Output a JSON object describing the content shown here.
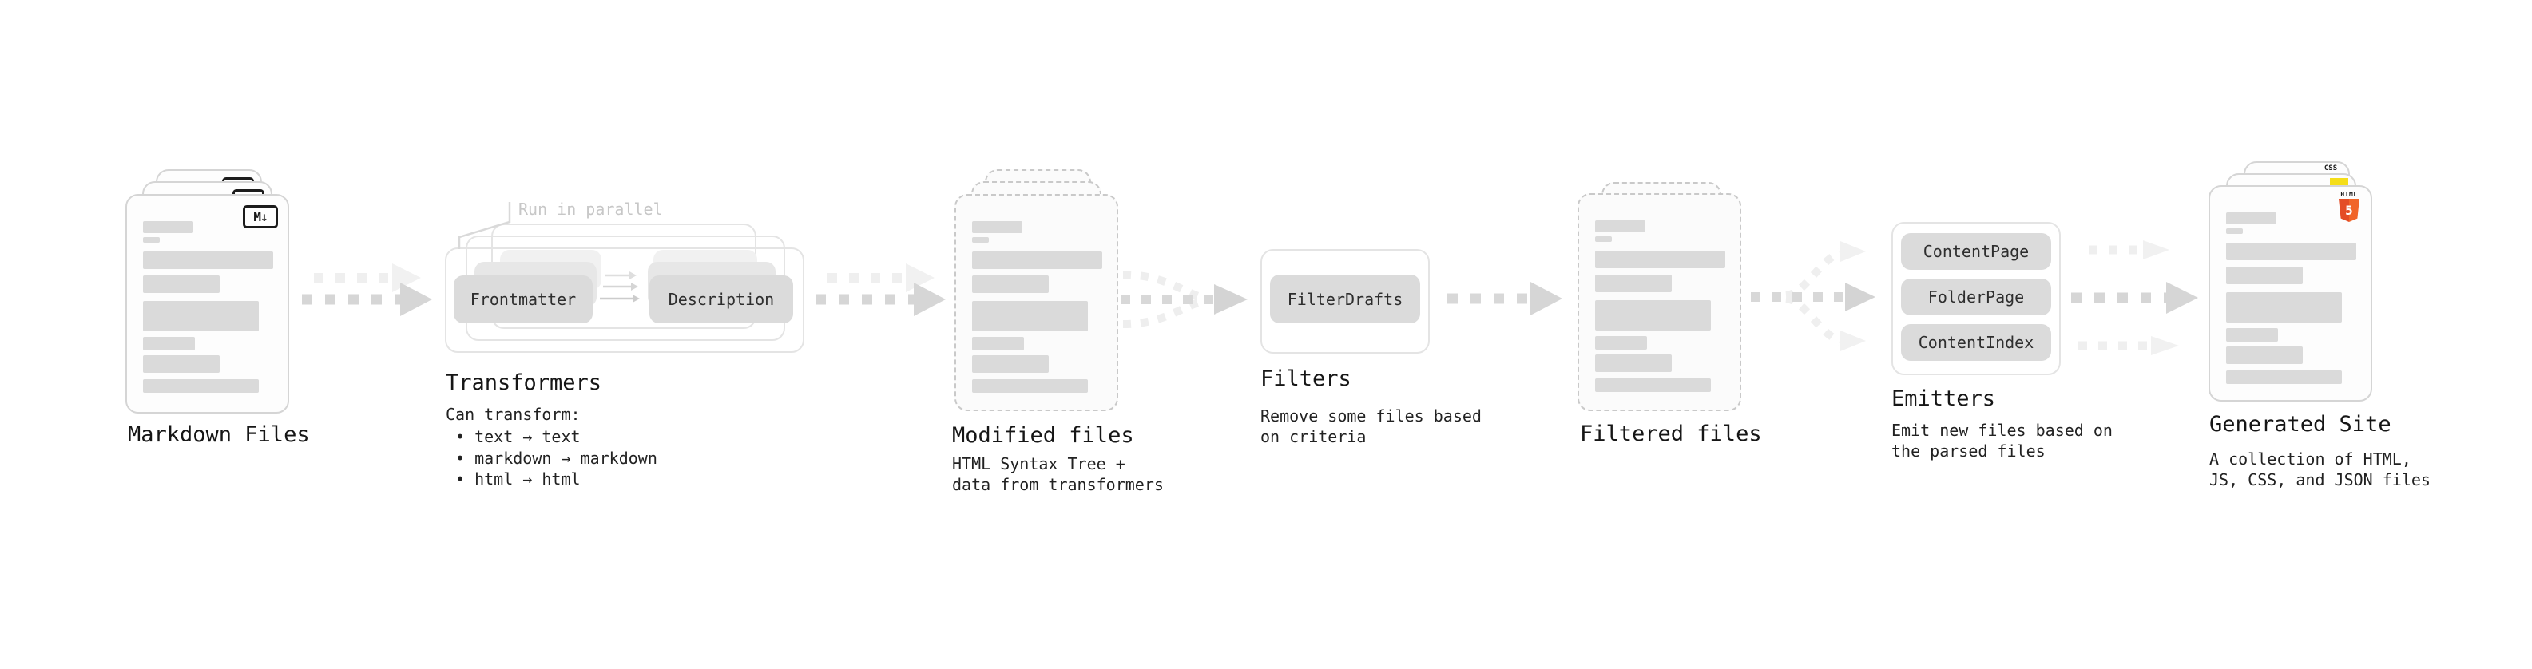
{
  "diagram": {
    "markdown_files": {
      "title": "Markdown Files",
      "badge": "M↓"
    },
    "transformers": {
      "note": "Run in parallel",
      "input_step": "Frontmatter",
      "output_step": "Description",
      "title": "Transformers",
      "caption_heading": "Can transform:",
      "bullets": [
        "• text → text",
        "• markdown → markdown",
        "• html → html"
      ]
    },
    "modified_files": {
      "title": "Modified files",
      "caption": "HTML Syntax Tree +\ndata from transformers"
    },
    "filters": {
      "title": "Filters",
      "items": [
        "FilterDrafts"
      ],
      "caption": "Remove some files based\non criteria"
    },
    "filtered_files": {
      "title": "Filtered files"
    },
    "emitters": {
      "title": "Emitters",
      "items": [
        "ContentPage",
        "FolderPage",
        "ContentIndex"
      ],
      "caption": "Emit new files based on\nthe parsed files"
    },
    "generated_site": {
      "title": "Generated Site",
      "caption": "A collection of HTML,\nJS, CSS, and JSON files",
      "badges": {
        "css_label": "CSS",
        "html_label": "HTML",
        "html_number": "5"
      }
    }
  },
  "colors": {
    "arrow_dark": "#d6d6d6",
    "arrow_light": "#efefef",
    "note_gray": "#c7c7c7",
    "chip_bg": "#dbdbdb",
    "card_border": "#d5d5d5",
    "html5_orange": "#e44d26",
    "css_blue": "#2962ff",
    "js_yellow": "#f5de19"
  }
}
